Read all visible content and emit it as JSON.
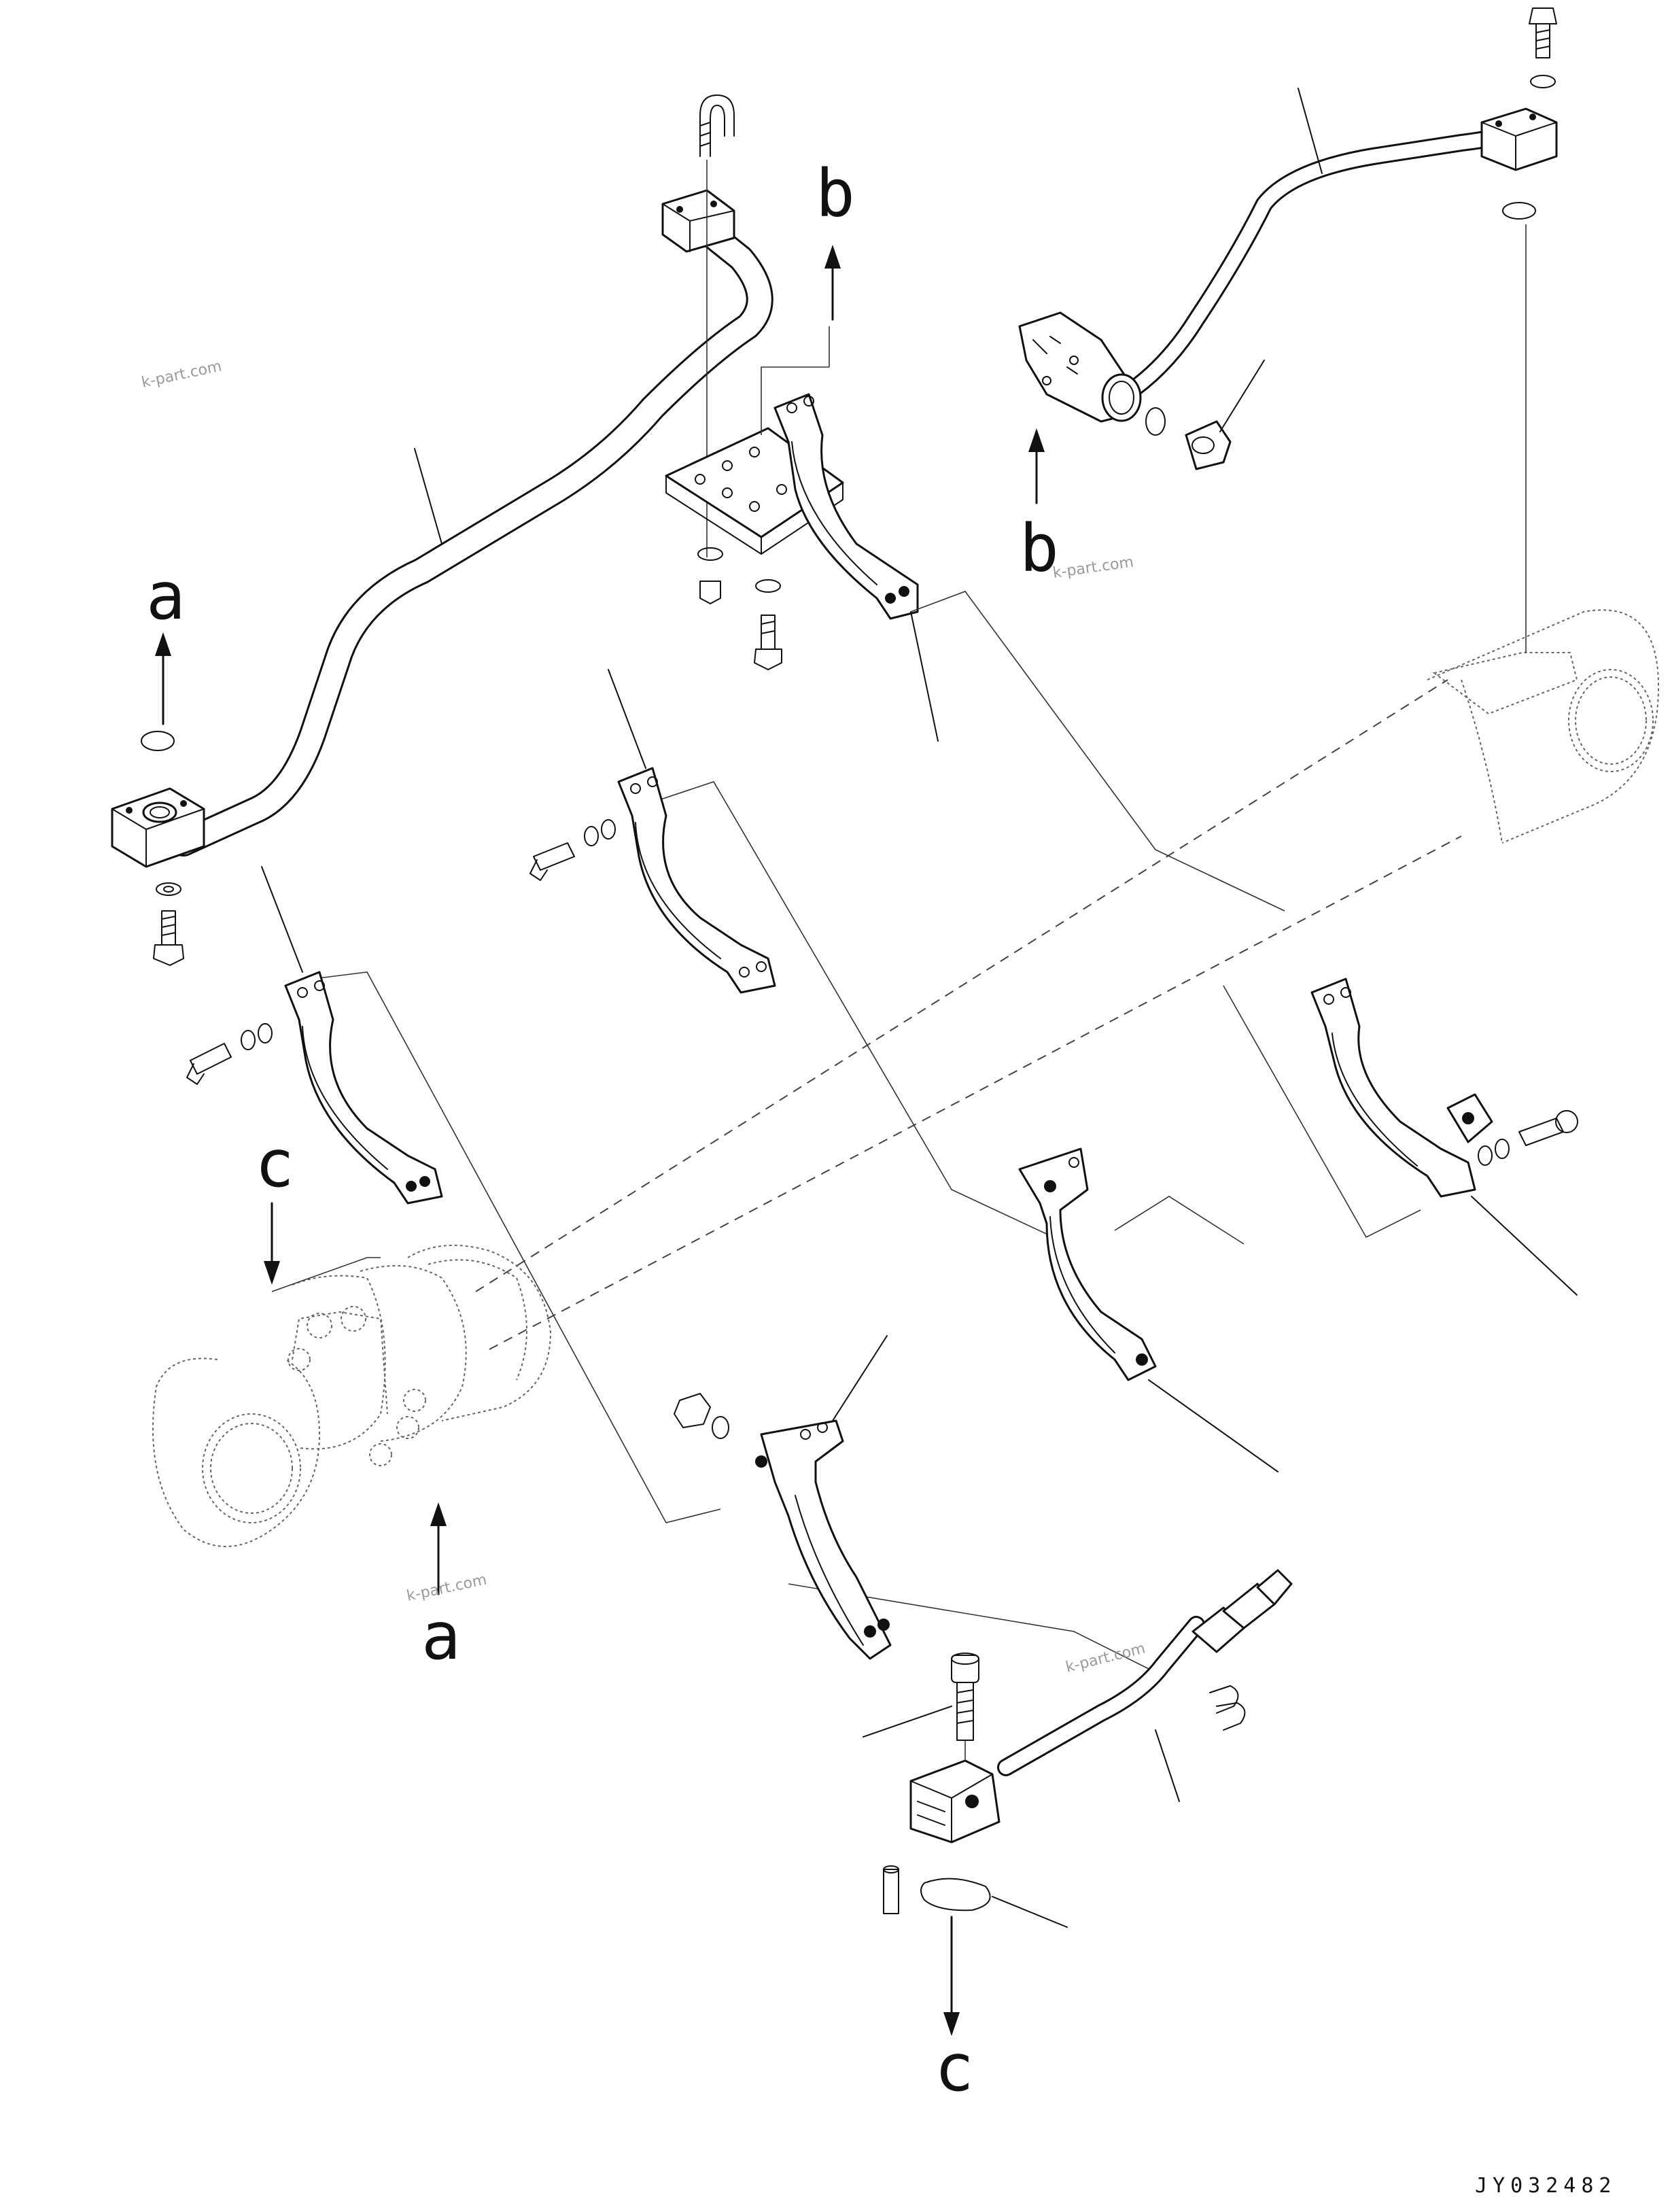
{
  "labels": {
    "a_top": "a",
    "a_bottom": "a",
    "b_top": "b",
    "b_mid": "b",
    "c_left": "c",
    "c_bottom": "c"
  },
  "watermark": "k-part.com",
  "drawing_code": "JY032482"
}
